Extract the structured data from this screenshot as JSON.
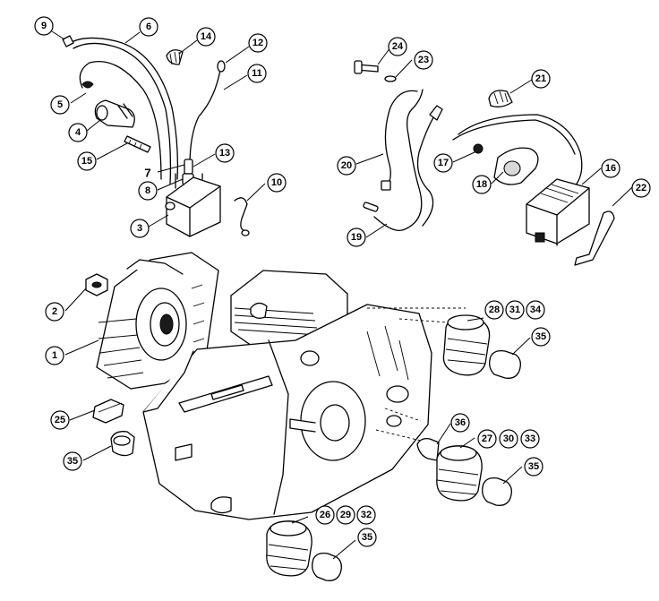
{
  "callouts": {
    "c1": "1",
    "c2": "2",
    "c3": "3",
    "c4": "4",
    "c5": "5",
    "c6": "6",
    "c7": "7",
    "c8": "8",
    "c9": "9",
    "c10": "10",
    "c11": "11",
    "c12": "12",
    "c13": "13",
    "c14": "14",
    "c15": "15",
    "c16": "16",
    "c17": "17",
    "c18": "18",
    "c19": "19",
    "c20": "20",
    "c21": "21",
    "c22": "22",
    "c23": "23",
    "c24": "24",
    "c25": "25",
    "c35a": "35",
    "c35b": "35",
    "c35c": "35",
    "c35d": "35",
    "c36": "36",
    "g28": "28",
    "g31": "31",
    "g34": "34",
    "g27": "27",
    "g30": "30",
    "g33": "33",
    "g26": "26",
    "g29": "29",
    "g32": "32"
  }
}
